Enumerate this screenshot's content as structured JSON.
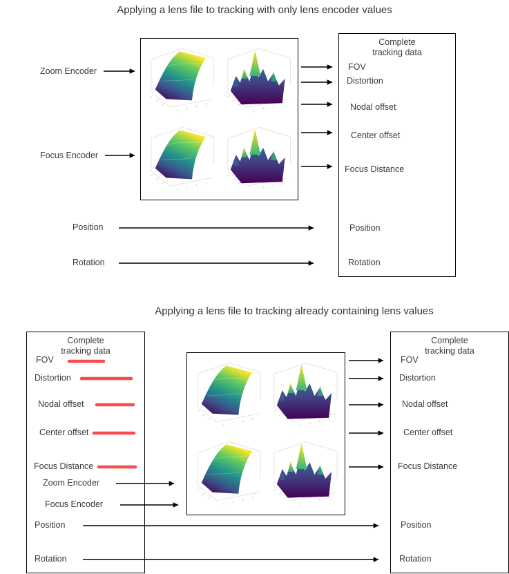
{
  "top": {
    "title": "Applying a lens file to tracking with only lens encoder values",
    "inputs": [
      "Zoom Encoder",
      "Focus Encoder"
    ],
    "passthrough": [
      "Position",
      "Rotation"
    ],
    "tracking_box": {
      "title": [
        "Complete",
        "tracking data"
      ],
      "items": [
        "FOV",
        "Distortion",
        "Nodal offset",
        "Center offset",
        "Focus Distance",
        "Position",
        "Rotation"
      ]
    }
  },
  "bottom": {
    "title": "Applying a lens file to tracking already containing lens values",
    "input_box": {
      "title": [
        "Complete",
        "tracking data"
      ],
      "removed_items": [
        "FOV",
        "Distortion",
        "Nodal offset",
        "Center offset",
        "Focus Distance"
      ],
      "encoder_items": [
        "Zoom Encoder",
        "Focus Encoder"
      ],
      "passthrough_items": [
        "Position",
        "Rotation"
      ]
    },
    "tracking_box": {
      "title": [
        "Complete",
        "tracking data"
      ],
      "items": [
        "FOV",
        "Distortion",
        "Nodal offset",
        "Center offset",
        "Focus Distance",
        "Position",
        "Rotation"
      ]
    }
  },
  "colors": {
    "arrow": "#000000",
    "strikethrough": "#fb4b4b",
    "viridis_scale": [
      "#440154",
      "#3b528b",
      "#21918c",
      "#5ec962",
      "#fde725"
    ]
  }
}
